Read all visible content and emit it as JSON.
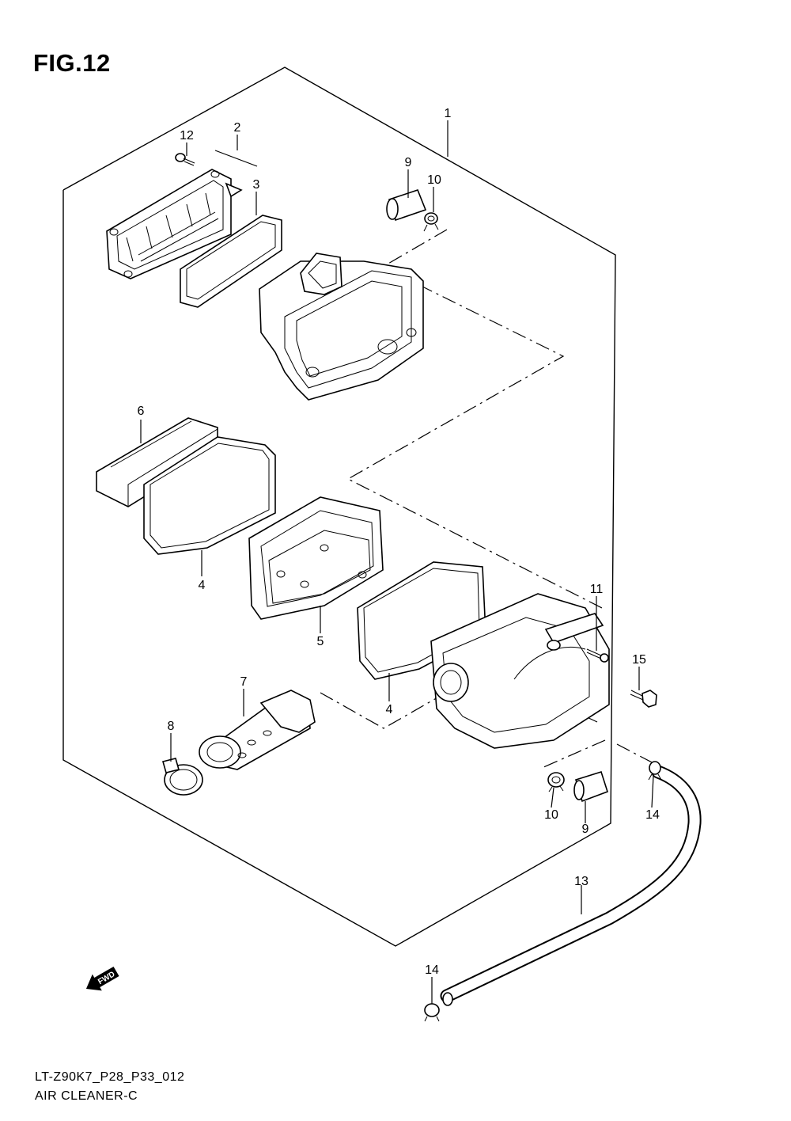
{
  "figure": {
    "title": "FIG.12"
  },
  "footer": {
    "code": "LT-Z90K7_P28_P33_012",
    "name": "AIR CLEANER-C"
  },
  "callouts": [
    {
      "id": "c1",
      "label": "1"
    },
    {
      "id": "c2",
      "label": "2"
    },
    {
      "id": "c3",
      "label": "3"
    },
    {
      "id": "c4a",
      "label": "4"
    },
    {
      "id": "c4b",
      "label": "4"
    },
    {
      "id": "c5",
      "label": "5"
    },
    {
      "id": "c6",
      "label": "6"
    },
    {
      "id": "c7",
      "label": "7"
    },
    {
      "id": "c8",
      "label": "8"
    },
    {
      "id": "c9a",
      "label": "9"
    },
    {
      "id": "c9b",
      "label": "9"
    },
    {
      "id": "c10a",
      "label": "10"
    },
    {
      "id": "c10b",
      "label": "10"
    },
    {
      "id": "c11",
      "label": "11"
    },
    {
      "id": "c12",
      "label": "12"
    },
    {
      "id": "c13",
      "label": "13"
    },
    {
      "id": "c14a",
      "label": "14"
    },
    {
      "id": "c14b",
      "label": "14"
    },
    {
      "id": "c15",
      "label": "15"
    }
  ],
  "fwd_label": "FWD"
}
